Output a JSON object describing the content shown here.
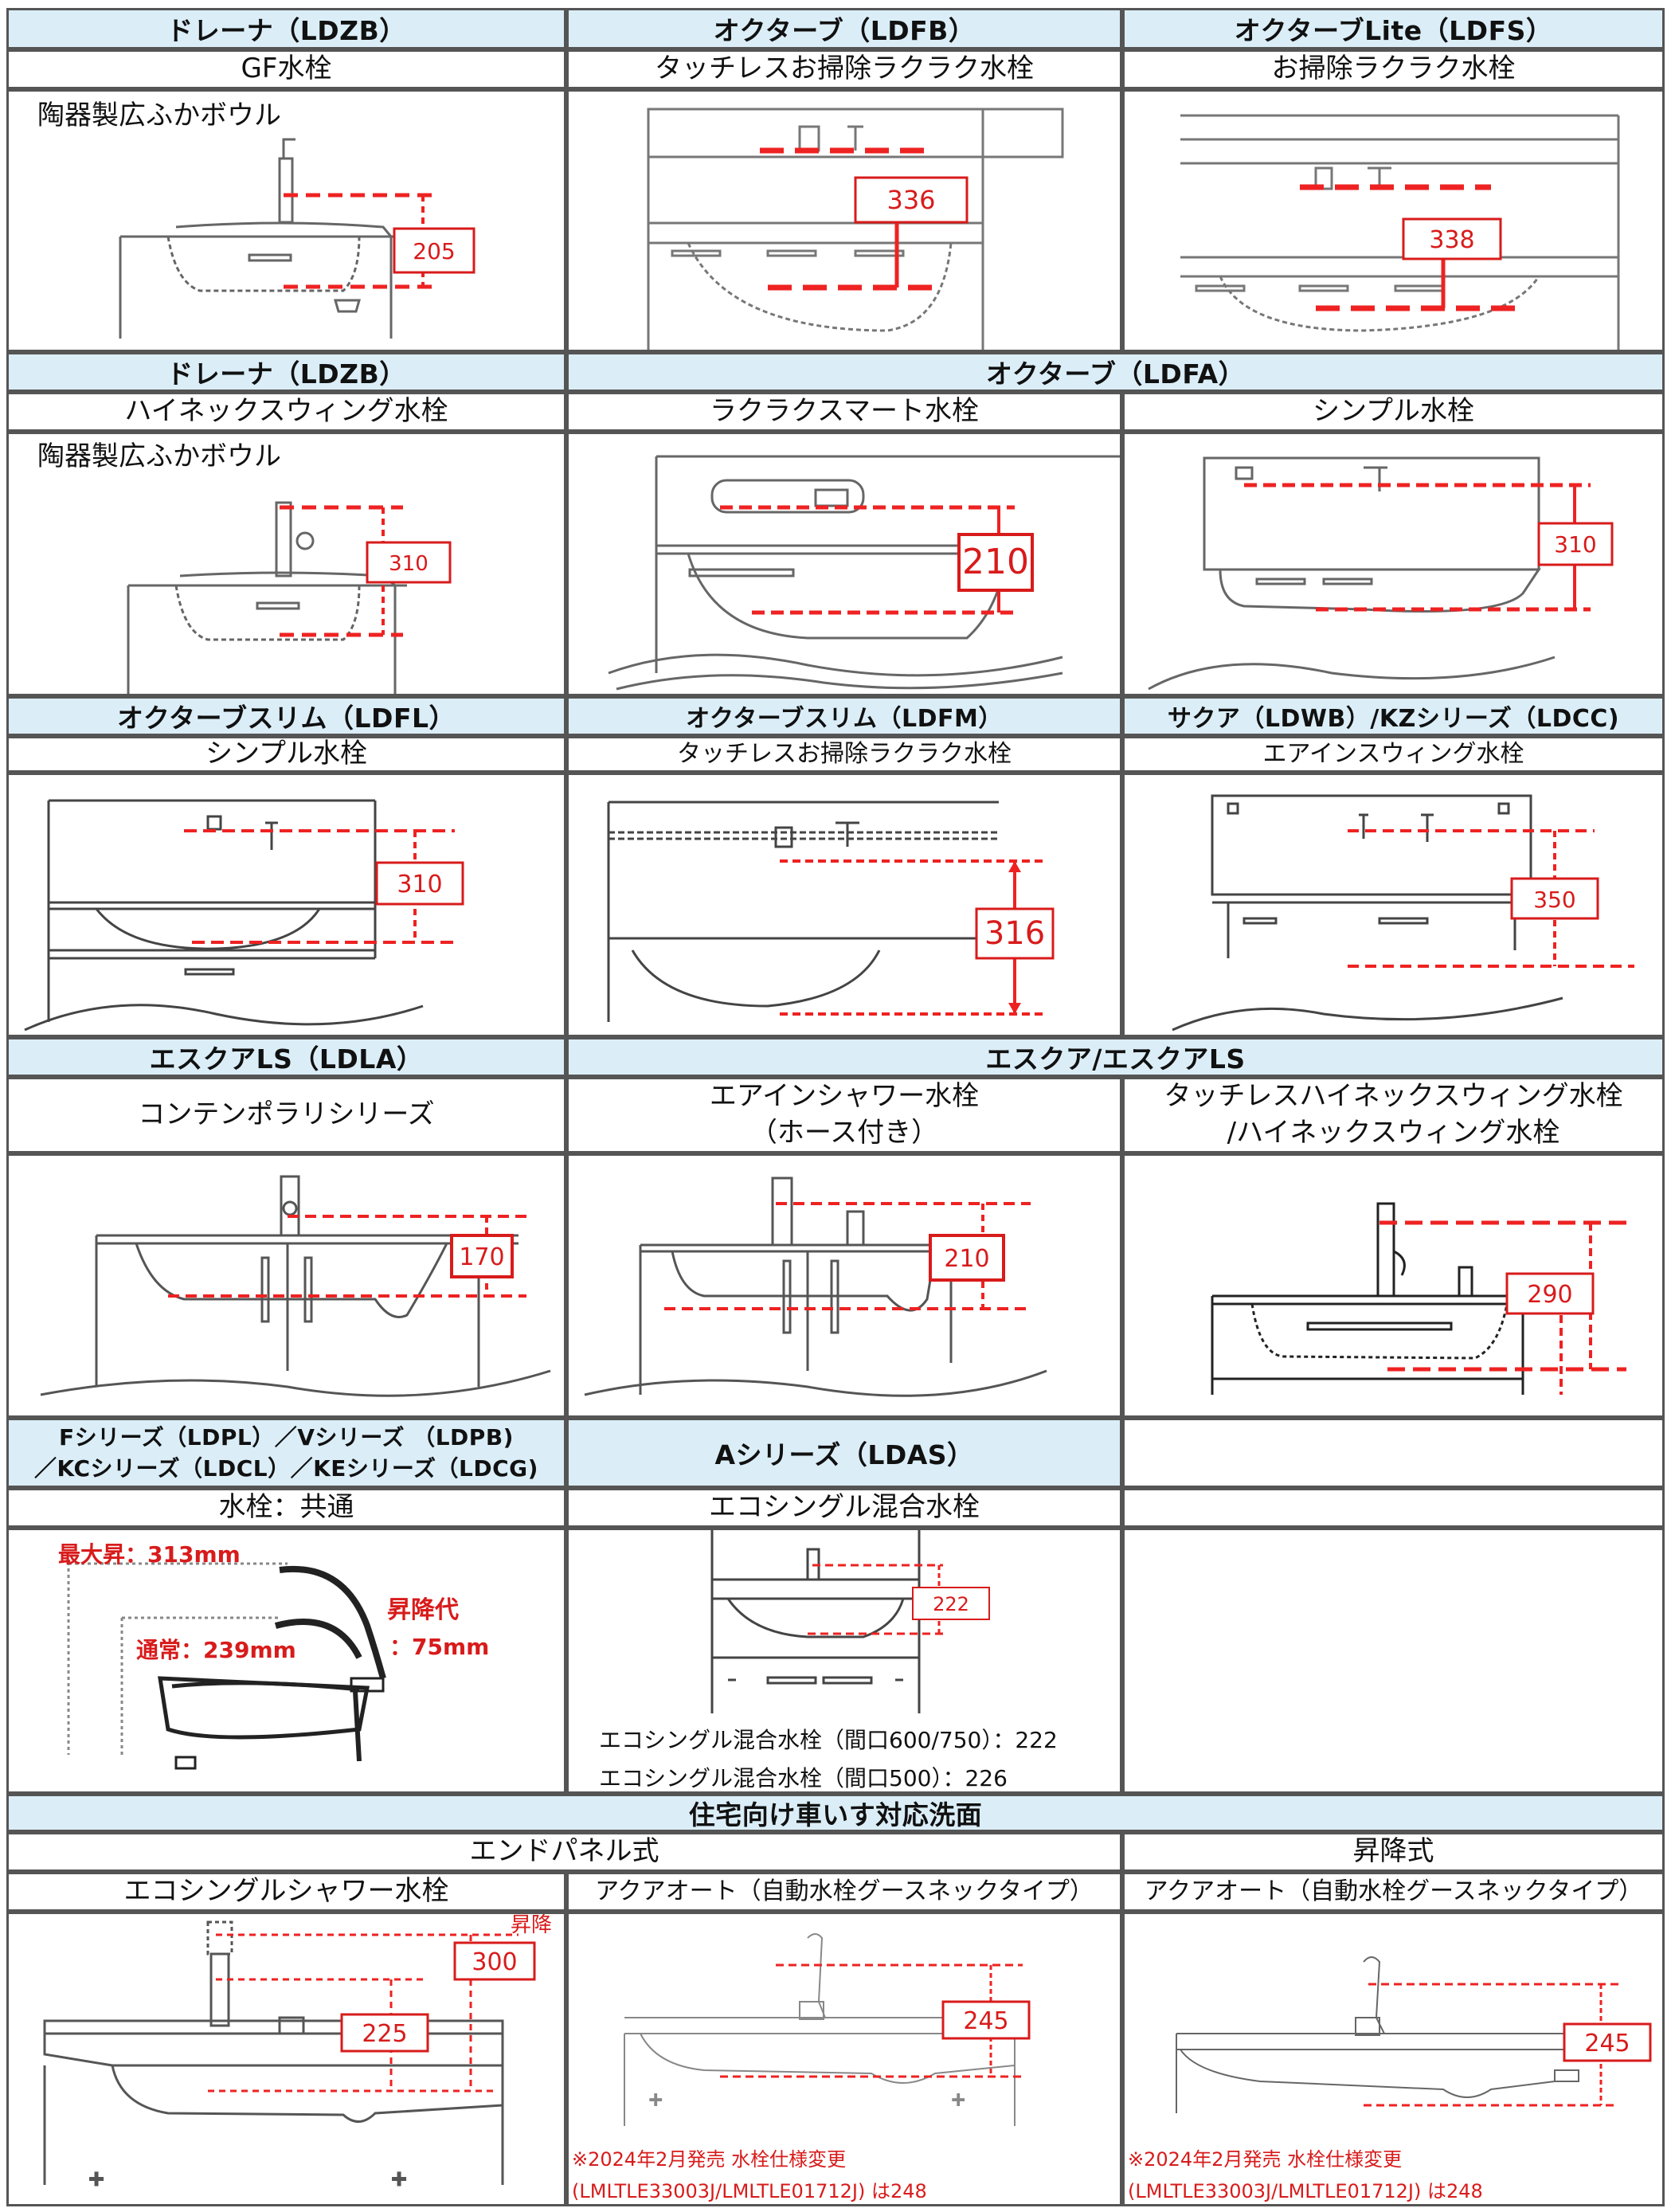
{
  "rows": {
    "r1": {
      "headers": [
        "ドレーナ（LDZB）",
        "オクターブ（LDFB）",
        "オクターブLite（LDFS）"
      ],
      "faucets": [
        "GF水栓",
        "タッチレスお掃除ラクラク水栓",
        "お掃除ラクラク水栓"
      ],
      "bowl_note": "陶器製広ふかボウル",
      "dims": [
        "205",
        "336",
        "338"
      ]
    },
    "r2": {
      "headers": [
        "ドレーナ（LDZB）",
        "オクターブ（LDFA）"
      ],
      "faucets": [
        "ハイネックスウィング水栓",
        "ラクラクスマート水栓",
        "シンプル水栓"
      ],
      "bowl_note": "陶器製広ふかボウル",
      "dims": [
        "310",
        "210",
        "310"
      ]
    },
    "r3": {
      "headers": [
        "オクターブスリム（LDFL）",
        "オクターブスリム（LDFM）",
        "サクア（LDWB）/KZシリーズ（LDCC)"
      ],
      "faucets": [
        "シンプル水栓",
        "タッチレスお掃除ラクラク水栓",
        "エアインスウィング水栓"
      ],
      "dims": [
        "310",
        "316",
        "350"
      ]
    },
    "r4": {
      "headers": [
        "エスクアLS（LDLA）",
        "エスクア/エスクアLS"
      ],
      "faucets": [
        "コンテンポラリシリーズ",
        "エアインシャワー水栓\n（ホース付き）",
        "タッチレスハイネックスウィング水栓\n/ハイネックスウィング水栓"
      ],
      "dims": [
        "170",
        "210",
        "290"
      ]
    },
    "r5": {
      "headers": [
        "Fシリーズ（LDPL）／Vシリーズ （LDPB)\n／KCシリーズ（LDCL）／KEシリーズ（LDCG)",
        "Aシリーズ（LDAS）"
      ],
      "faucets": [
        "水栓：共通",
        "エコシングル混合水栓"
      ],
      "shower_labels": {
        "max": "最大昇：313mm",
        "normal": "通常：239mm",
        "range_title": "昇降代",
        "range": "：75mm"
      },
      "dims": [
        "222"
      ],
      "notes": [
        "エコシングル混合水栓（間口600/750）：222",
        "エコシングル混合水栓（間口500）：226"
      ]
    },
    "r6": {
      "header": "住宅向け車いす対応洗面",
      "groups": [
        "エンドパネル式",
        "昇降式"
      ],
      "faucets": [
        "エコシングルシャワー水栓",
        "アクアオート（自動水栓グースネックタイプ）",
        "アクアオート（自動水栓グースネックタイプ）"
      ],
      "lift_label": "昇降",
      "dims": [
        "300",
        "225",
        "245",
        "245"
      ],
      "red_note_1": "※2024年2月発売 水栓仕様変更",
      "red_note_2": "(LMLTLE33003J/LMLTLE01712J) は248"
    }
  },
  "colors": {
    "header_bg": "#dbeef8",
    "dim_red": "#d81b1b",
    "border": "#555555"
  }
}
